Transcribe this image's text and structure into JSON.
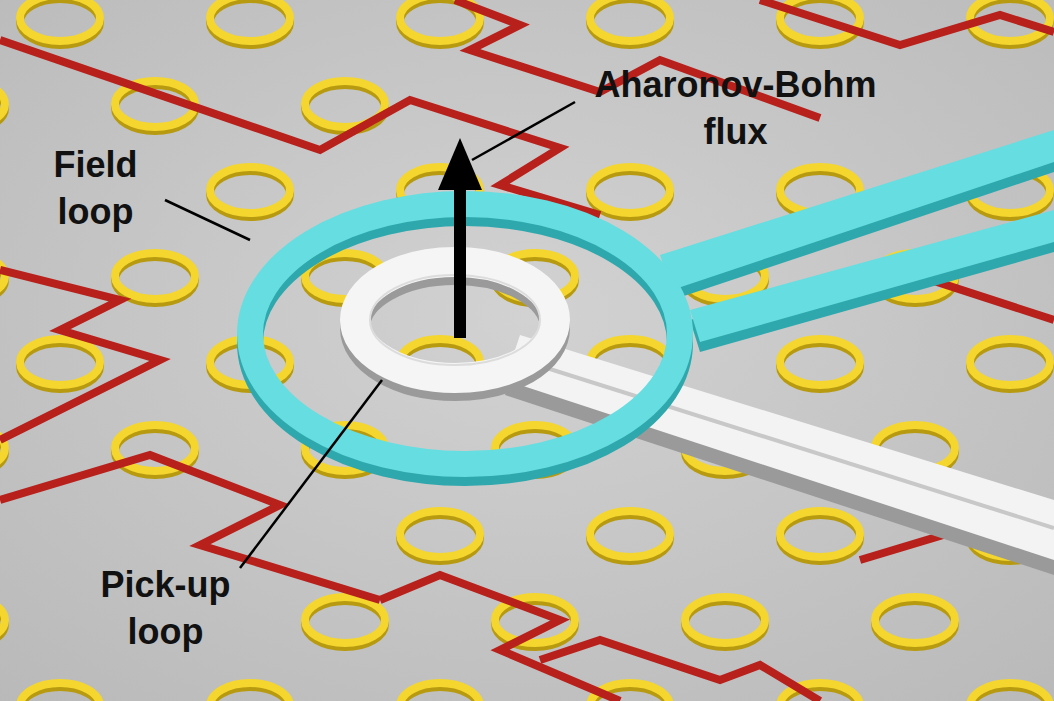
{
  "diagram": {
    "labels": [
      "Field loop",
      "Aharonov-Bohm flux",
      "Pick-up loop"
    ]
  }
}
